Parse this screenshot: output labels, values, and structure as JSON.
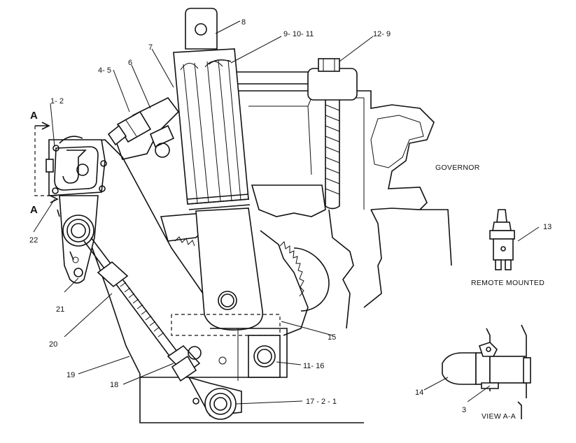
{
  "labels": {
    "l8": "8",
    "l9_10_11": "9- 10- 11",
    "l12_9": "12- 9",
    "l7": "7",
    "l6": "6",
    "l4_5": "4- 5",
    "l1_2": "1- 2",
    "l22": "22",
    "l21": "21",
    "l20": "20",
    "l19": "19",
    "l18": "18",
    "l17_2_1": "17 - 2 - 1",
    "l11_16": "11- 16",
    "l15": "15",
    "l13": "13",
    "l14": "14",
    "l3": "3"
  },
  "section": {
    "top": "A",
    "bottom": "A"
  },
  "captions": {
    "governor": "GOVERNOR",
    "remote_mounted": "REMOTE MOUNTED",
    "view_aa": "VIEW  A-A"
  }
}
